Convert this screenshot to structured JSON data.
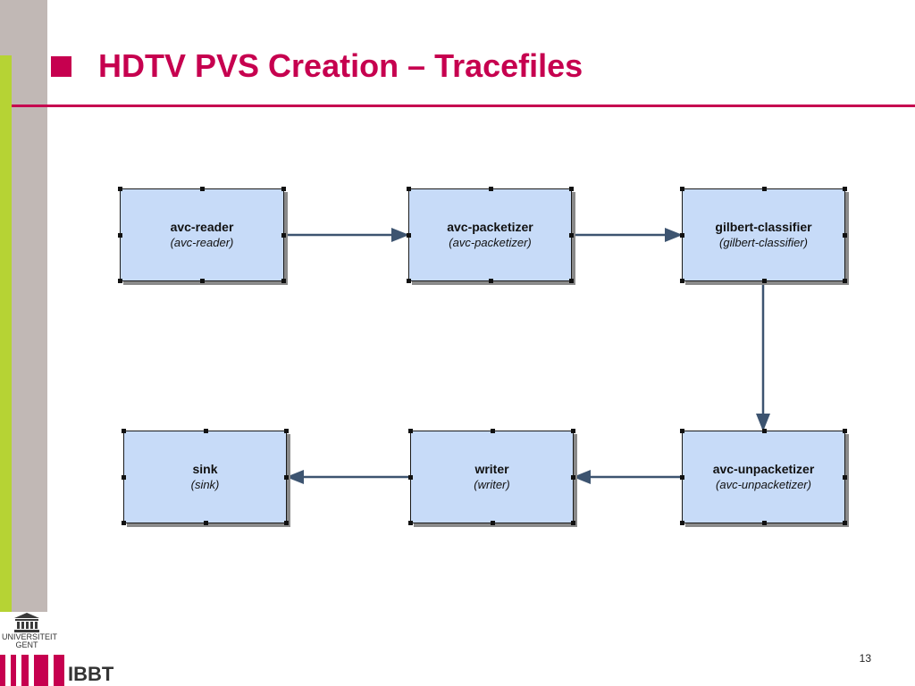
{
  "slide": {
    "title": "HDTV PVS Creation – Tracefiles",
    "page_number": "13"
  },
  "logo": {
    "university_line1": "UNIVERSITEIT",
    "university_line2": "GENT",
    "ibbt": "IBBT"
  },
  "diagram": {
    "nodes": [
      {
        "id": "avc-reader",
        "name": "avc-reader",
        "type": "(avc-reader)"
      },
      {
        "id": "avc-packetizer",
        "name": "avc-packetizer",
        "type": "(avc-packetizer)"
      },
      {
        "id": "gilbert-classifier",
        "name": "gilbert-classifier",
        "type": "(gilbert-classifier)"
      },
      {
        "id": "avc-unpacketizer",
        "name": "avc-unpacketizer",
        "type": "(avc-unpacketizer)"
      },
      {
        "id": "writer",
        "name": "writer",
        "type": "(writer)"
      },
      {
        "id": "sink",
        "name": "sink",
        "type": "(sink)"
      }
    ],
    "edges": [
      {
        "from": "avc-reader",
        "to": "avc-packetizer"
      },
      {
        "from": "avc-packetizer",
        "to": "gilbert-classifier"
      },
      {
        "from": "gilbert-classifier",
        "to": "avc-unpacketizer"
      },
      {
        "from": "avc-unpacketizer",
        "to": "writer"
      },
      {
        "from": "writer",
        "to": "sink"
      }
    ],
    "colors": {
      "node_fill": "#c7dbf8",
      "edge": "#3d5470",
      "accent": "#c6004f"
    }
  }
}
